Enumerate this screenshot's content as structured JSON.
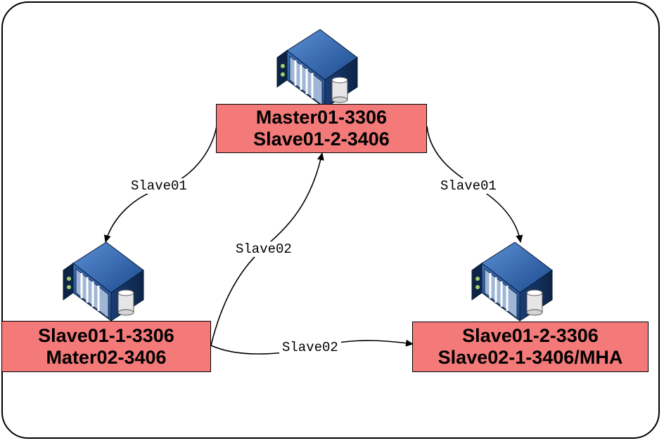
{
  "nodes": {
    "master": {
      "lines": [
        "Master01-3306",
        "Slave01-2-3406"
      ],
      "icon": "server-icon"
    },
    "left": {
      "lines": [
        "Slave01-1-3306",
        "Mater02-3406"
      ],
      "icon": "server-icon"
    },
    "right": {
      "lines": [
        "Slave01-2-3306",
        "Slave02-1-3406/MHA"
      ],
      "icon": "server-icon"
    }
  },
  "edges": {
    "master_to_left": {
      "label": "Slave01"
    },
    "master_to_right": {
      "label": "Slave01"
    },
    "left_to_master": {
      "label": "Slave02"
    },
    "left_to_right": {
      "label": "Slave02"
    }
  },
  "colors": {
    "node_fill": "#f47a7a",
    "server_body": "#1f4a85",
    "server_dark": "#0d2447",
    "line": "#000000"
  }
}
